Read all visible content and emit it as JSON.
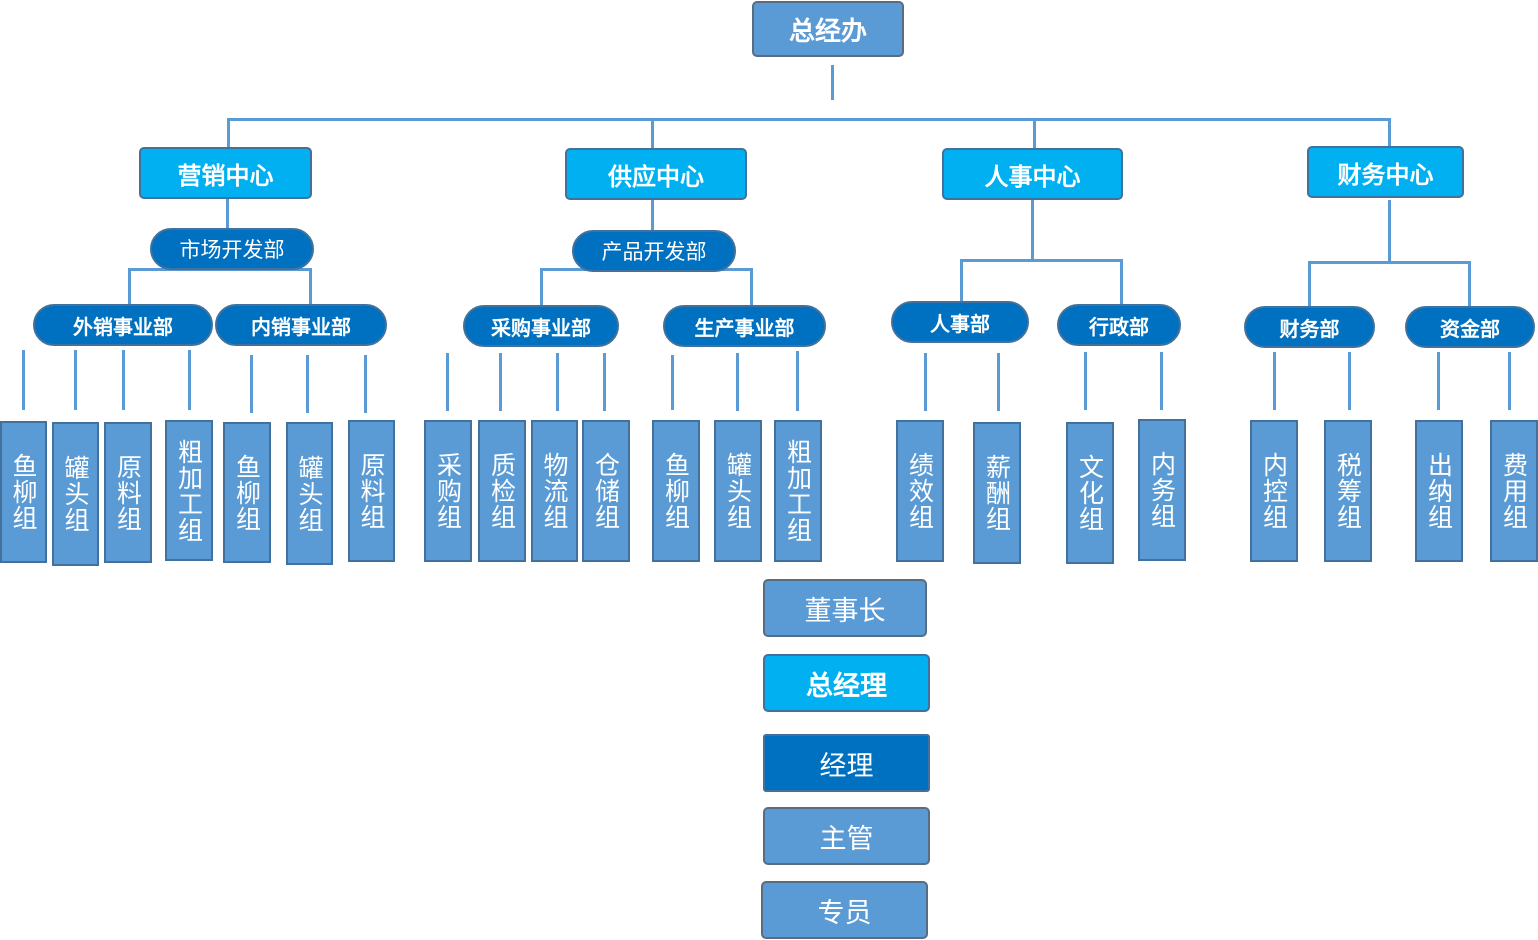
{
  "root": "总经办",
  "centers": [
    "营销中心",
    "供应中心",
    "人事中心",
    "财务中心"
  ],
  "subdepts": {
    "market_dev": "市场开发部",
    "product_dev": "产品开发部"
  },
  "depts": {
    "export_sales": "外销事业部",
    "domestic_sales": "内销事业部",
    "purchasing": "采购事业部",
    "production": "生产事业部",
    "hr": "人事部",
    "admin": "行政部",
    "finance": "财务部",
    "funds": "资金部"
  },
  "units": {
    "export_sales": [
      "鱼柳组",
      "罐头组",
      "原料组",
      "粗加工组"
    ],
    "domestic_sales": [
      "鱼柳组",
      "罐头组",
      "原料组"
    ],
    "purchasing": [
      "采购组",
      "质检组",
      "物流组",
      "仓储组"
    ],
    "production": [
      "鱼柳组",
      "罐头组",
      "粗加工组"
    ],
    "hr": [
      "绩效组",
      "薪酬组"
    ],
    "admin": [
      "文化组",
      "内务组"
    ],
    "finance": [
      "内控组",
      "税筹组"
    ],
    "funds": [
      "出纳组",
      "费用组"
    ]
  },
  "legend": [
    "董事长",
    "总经理",
    "经理",
    "主管",
    "专员"
  ],
  "colors": {
    "chairman": "#5b9bd5",
    "general_manager": "#00b0f0",
    "manager": "#0070c0",
    "supervisor": "#5b9bd5",
    "staff": "#5b9bd5"
  }
}
